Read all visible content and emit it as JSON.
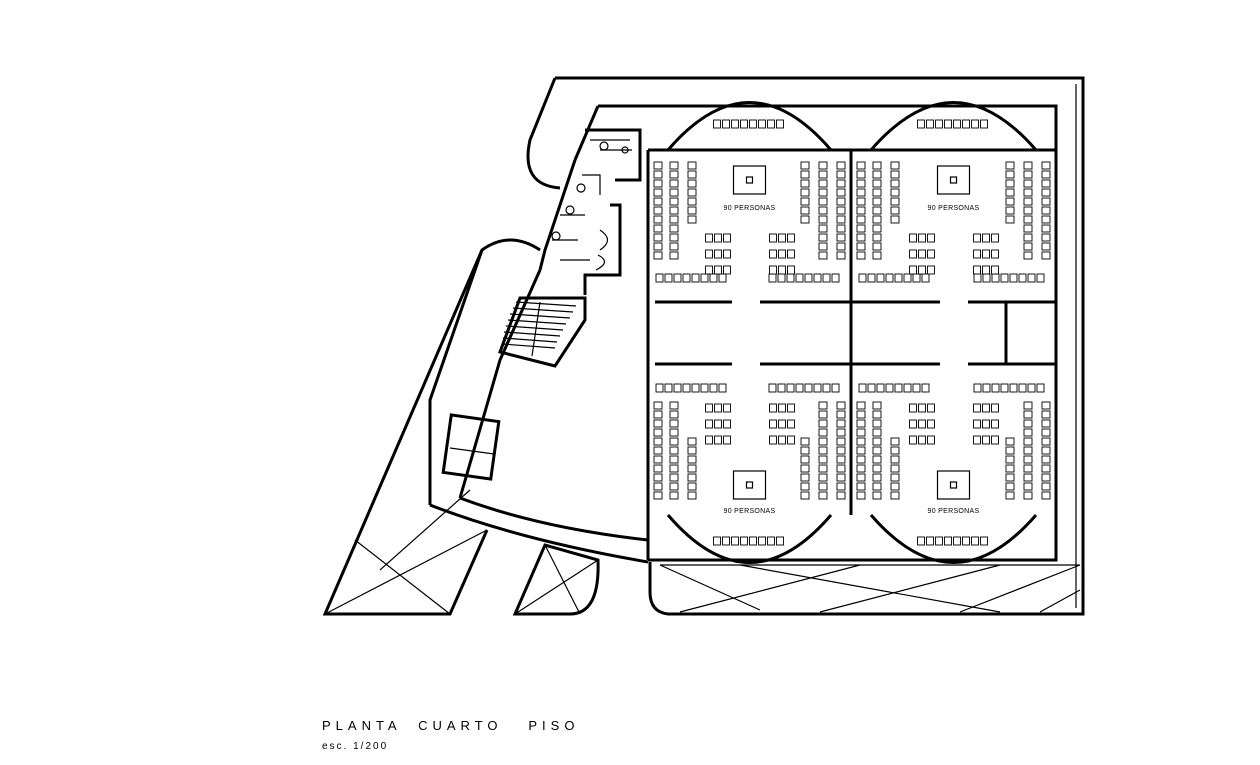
{
  "drawing": {
    "title": "PLANTA  CUARTO   PISO",
    "scale": "esc. 1/200"
  },
  "rooms": [
    {
      "label": "90 PERSONAS"
    },
    {
      "label": "90 PERSONAS"
    },
    {
      "label": "90 PERSONAS"
    },
    {
      "label": "90 PERSONAS"
    }
  ]
}
